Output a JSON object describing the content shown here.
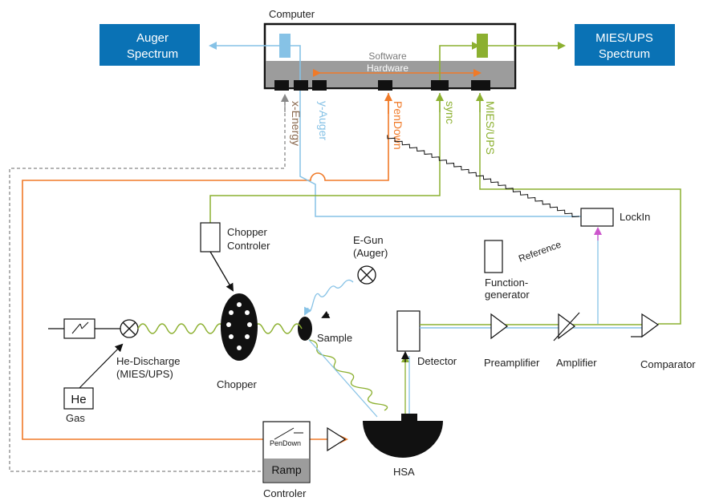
{
  "computer": {
    "title": "Computer",
    "software": "Software",
    "hardware": "Hardware"
  },
  "auger_box": {
    "line1": "Auger",
    "line2": "Spectrum"
  },
  "mies_box": {
    "line1": "MIES/UPS",
    "line2": "Spectrum"
  },
  "ports": {
    "x_energy": "x-Energy",
    "y_auger": "y-Auger",
    "pendown": "PenDown",
    "sync": "sync",
    "mies_ups": "MIES/UPS"
  },
  "chopper_controler": {
    "line1": "Chopper",
    "line2": "Controler"
  },
  "egun": {
    "line1": "E-Gun",
    "line2": "(Auger)"
  },
  "lockin": "LockIn",
  "reference": "Reference",
  "function_generator": {
    "line1": "Function-",
    "line2": "generator"
  },
  "sample": "Sample",
  "detector": "Detector",
  "preamplifier": "Preamplifier",
  "amplifier": "Amplifier",
  "comparator": "Comparator",
  "he_discharge": {
    "line1": "He-Discharge",
    "line2": "(MIES/UPS)"
  },
  "chopper": "Chopper",
  "he": "He",
  "gas": "Gas",
  "ramp_pendown": "PenDown",
  "ramp": "Ramp",
  "controler": "Controler",
  "hsa": "HSA",
  "colors": {
    "blue_box": "#0a72b5",
    "orange": "#f07a28",
    "green": "#8cb030",
    "light_blue": "#86c2e6",
    "brown": "#8a6a50",
    "gray": "#777777"
  }
}
